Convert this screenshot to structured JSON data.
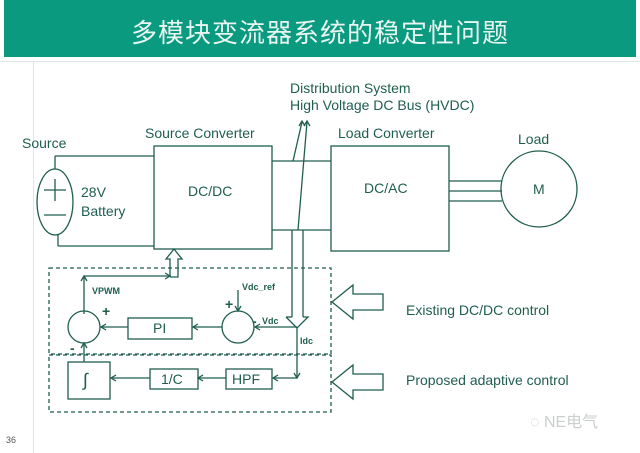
{
  "slide": {
    "title": "多模块变流器系统的稳定性问题",
    "page_number": "36",
    "colors": {
      "title_bar": "#0a9a80",
      "diagram_stroke": "#1f5e4e",
      "title_text": "#e8f5f0"
    }
  },
  "diagram": {
    "source_label": "Source",
    "battery_voltage": "28V",
    "battery_label": "Battery",
    "source_converter_label": "Source Converter",
    "source_converter_block": "DC/DC",
    "distribution_line1": "Distribution System",
    "distribution_line2": "High Voltage DC Bus (HVDC)",
    "load_converter_label": "Load Converter",
    "load_converter_block": "DC/AC",
    "load_label": "Load",
    "motor_label": "M",
    "control": {
      "vpwm_label": "VPWM",
      "vdc_ref_label": "Vdc_ref",
      "vdc_label": "Vdc",
      "idc_label": "Idc",
      "pi_block": "PI",
      "one_over_c_block": "1/C",
      "hpf_block": "HPF",
      "integrator_block": "∫",
      "plus_sign": "+",
      "minus_sign": "-"
    },
    "existing_control_label": "Existing DC/DC control",
    "proposed_control_label": "Proposed adaptive control"
  },
  "watermark": "NE电气"
}
